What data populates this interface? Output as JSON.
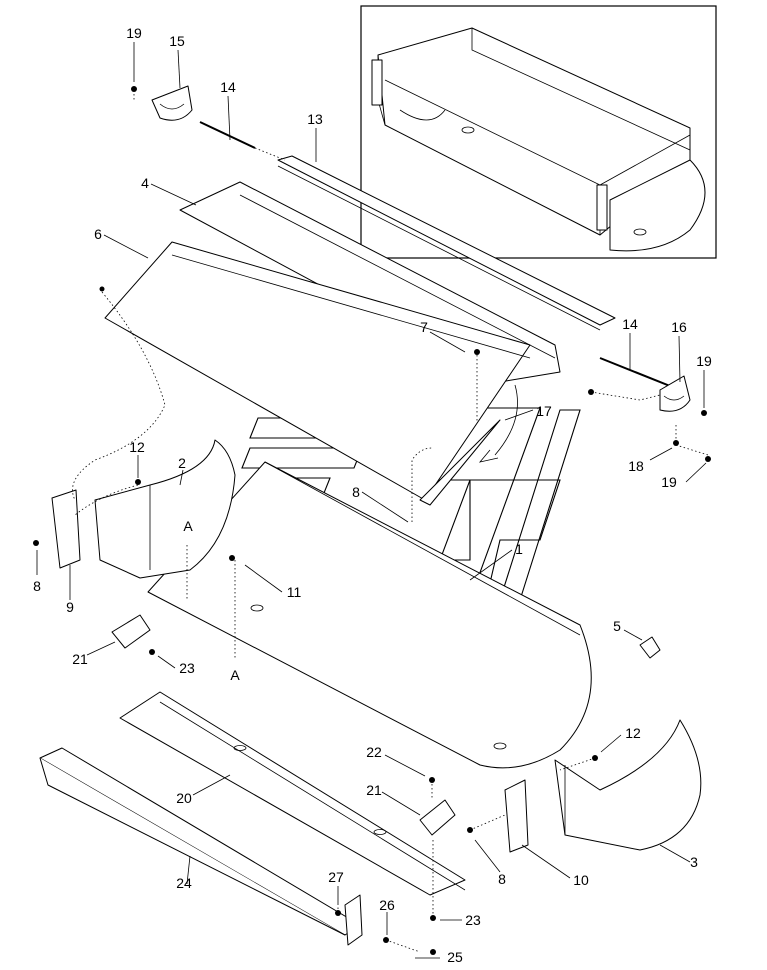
{
  "diagram": {
    "callouts": [
      {
        "id": "c19a",
        "text": "19"
      },
      {
        "id": "c15",
        "text": "15"
      },
      {
        "id": "c14a",
        "text": "14"
      },
      {
        "id": "c13",
        "text": "13"
      },
      {
        "id": "c4",
        "text": "4"
      },
      {
        "id": "c6",
        "text": "6"
      },
      {
        "id": "c7",
        "text": "7"
      },
      {
        "id": "c14b",
        "text": "14"
      },
      {
        "id": "c16",
        "text": "16"
      },
      {
        "id": "c19b",
        "text": "19"
      },
      {
        "id": "c17",
        "text": "17"
      },
      {
        "id": "c18",
        "text": "18"
      },
      {
        "id": "c19c",
        "text": "19"
      },
      {
        "id": "c12a",
        "text": "12"
      },
      {
        "id": "c2",
        "text": "2"
      },
      {
        "id": "c8a",
        "text": "8"
      },
      {
        "id": "c1",
        "text": "1"
      },
      {
        "id": "cA1",
        "text": "A"
      },
      {
        "id": "c8b",
        "text": "8"
      },
      {
        "id": "c9",
        "text": "9"
      },
      {
        "id": "c11",
        "text": "11"
      },
      {
        "id": "c21a",
        "text": "21"
      },
      {
        "id": "c23a",
        "text": "23"
      },
      {
        "id": "cA2",
        "text": "A"
      },
      {
        "id": "c5",
        "text": "5"
      },
      {
        "id": "c12b",
        "text": "12"
      },
      {
        "id": "c22",
        "text": "22"
      },
      {
        "id": "c21b",
        "text": "21"
      },
      {
        "id": "c20",
        "text": "20"
      },
      {
        "id": "c8c",
        "text": "8"
      },
      {
        "id": "c10",
        "text": "10"
      },
      {
        "id": "c3",
        "text": "3"
      },
      {
        "id": "c24",
        "text": "24"
      },
      {
        "id": "c27",
        "text": "27"
      },
      {
        "id": "c26",
        "text": "26"
      },
      {
        "id": "c23b",
        "text": "23"
      },
      {
        "id": "c25",
        "text": "25"
      }
    ]
  }
}
